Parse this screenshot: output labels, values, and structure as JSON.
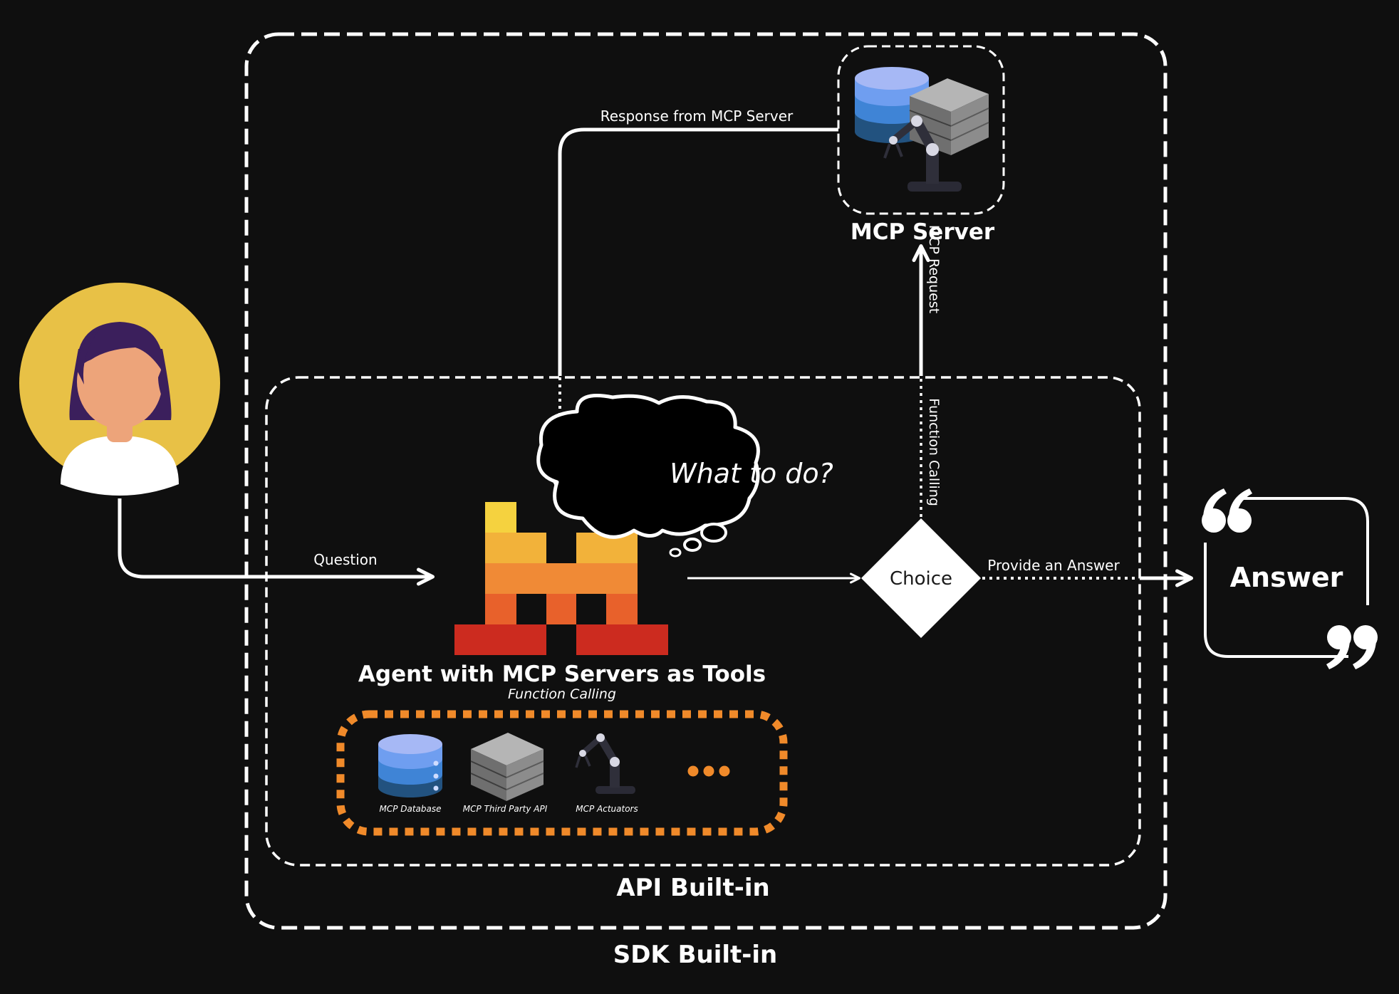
{
  "labels": {
    "sdk": "SDK Built-in",
    "api": "API Built-in",
    "mcp_server": "MCP Server",
    "response": "Response from MCP Server",
    "mcp_request": "MCP Request",
    "function_calling_vertical": "Function Calling",
    "question": "Question",
    "agent": "Agent with MCP Servers as Tools",
    "agent_sub": "Function Calling",
    "thought": "What to do?",
    "choice": "Choice",
    "provide": "Provide an Answer",
    "answer": "Answer",
    "ellipsis": "•••"
  },
  "tools": [
    {
      "label": "MCP Database",
      "icon": "database-icon"
    },
    {
      "label": "MCP Third Party API",
      "icon": "server-rack-icon"
    },
    {
      "label": "MCP Actuators",
      "icon": "robot-arm-icon"
    }
  ],
  "colors": {
    "background": "#0f0f0f",
    "line": "#ffffff",
    "user_circle": "#e8c146",
    "hair": "#3b1f5c",
    "skin": "#eda47a",
    "tools_border": "#f08a2a",
    "db_top": "#a6b8f5",
    "db_mid": "#3f84d6",
    "db_bottom": "#22527f",
    "server": "#8c8c8c",
    "logo_row1": "#f5d23f",
    "logo_row2": "#f2b23a",
    "logo_row3": "#f08a36",
    "logo_row4": "#e8612b",
    "logo_row5": "#cc2b1f"
  }
}
